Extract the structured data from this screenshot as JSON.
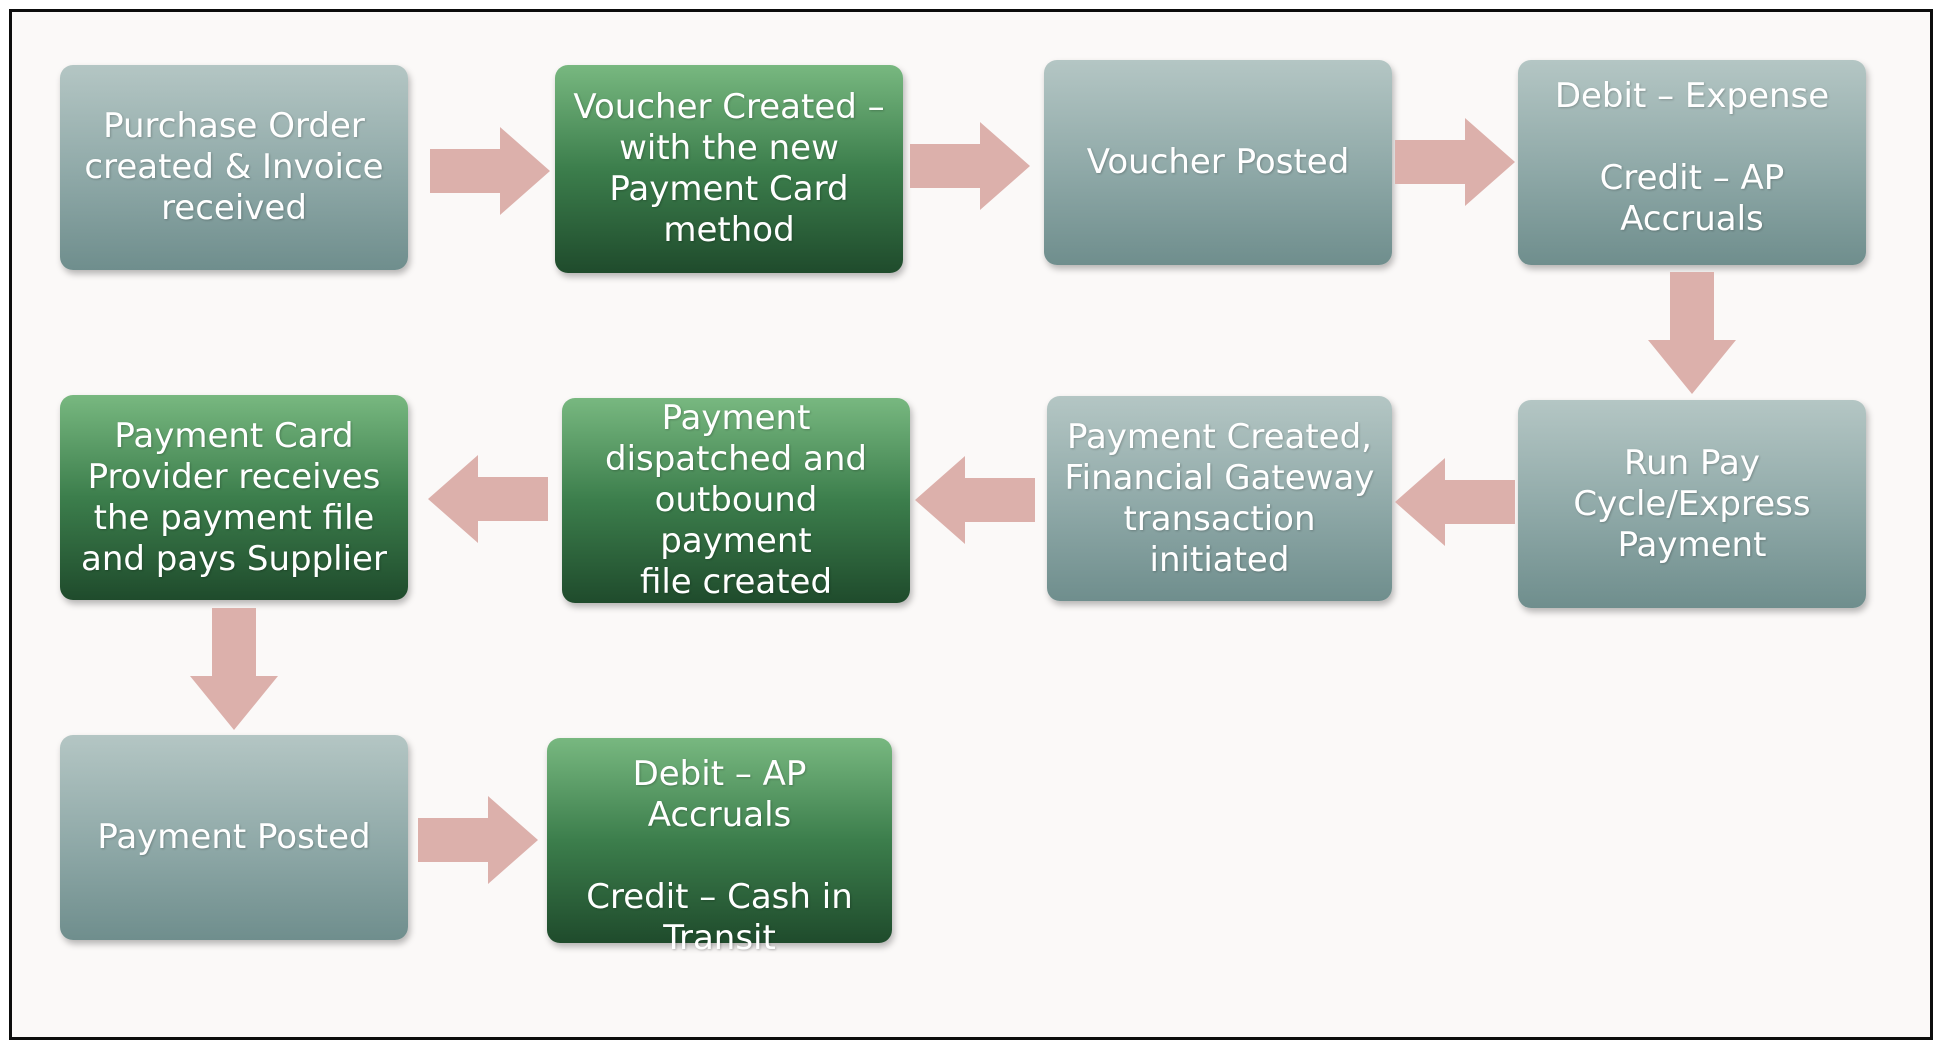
{
  "diagram": {
    "steps": [
      {
        "id": "po",
        "label": "Purchase Order\ncreated & Invoice\nreceived",
        "style": "grey"
      },
      {
        "id": "voucher-created",
        "label": "Voucher Created –\nwith the new\nPayment Card\nmethod",
        "style": "green"
      },
      {
        "id": "voucher-posted",
        "label": "Voucher Posted",
        "style": "grey"
      },
      {
        "id": "debit-expense",
        "label": "Debit – Expense\n\nCredit – AP\nAccruals",
        "style": "grey"
      },
      {
        "id": "run-pay-cycle",
        "label": "Run Pay\nCycle/Express\nPayment",
        "style": "grey"
      },
      {
        "id": "payment-created",
        "label": "Payment Created,\nFinancial Gateway\ntransaction\ninitiated",
        "style": "grey"
      },
      {
        "id": "payment-dispatched",
        "label": "Payment\ndispatched and\noutbound payment\nfile created",
        "style": "green"
      },
      {
        "id": "card-provider",
        "label": "Payment Card\nProvider receives\nthe payment file\nand pays Supplier",
        "style": "green"
      },
      {
        "id": "payment-posted",
        "label": "Payment Posted",
        "style": "grey"
      },
      {
        "id": "debit-ap",
        "label": "Debit – AP Accruals\n\nCredit – Cash in\nTransit",
        "style": "green"
      }
    ],
    "colors": {
      "arrow": "#dcb0ab",
      "grey_box": "#8ea8a7",
      "green_box": "#3c7e4c",
      "background": "#fbf9f8",
      "border": "#0d0d0d"
    }
  }
}
